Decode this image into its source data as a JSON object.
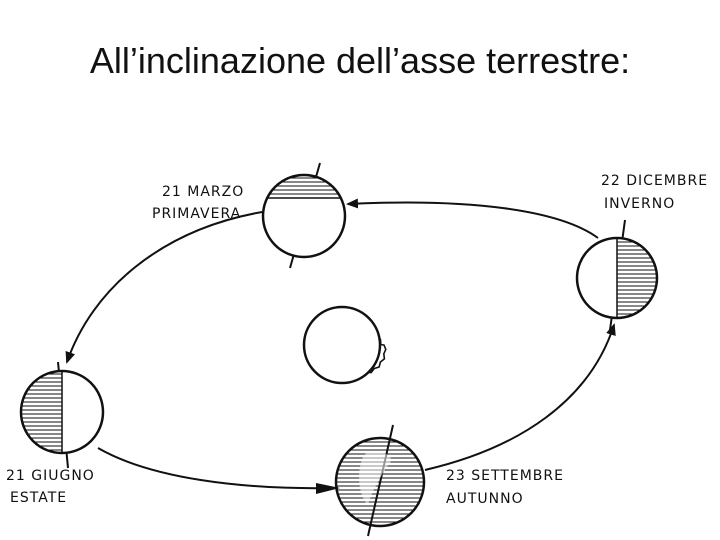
{
  "title": "All’inclinazione dell’asse terrestre:",
  "labels": {
    "march_date": "21 MARZO",
    "march_season": "PRIMAVERA",
    "december_date": "22 DICEMBRE",
    "december_season": "INVERNO",
    "june_date": "21 GIUGNO",
    "june_season": "ESTATE",
    "september_date": "23 SETTEMBRE",
    "september_season": "AUTUNNO"
  }
}
